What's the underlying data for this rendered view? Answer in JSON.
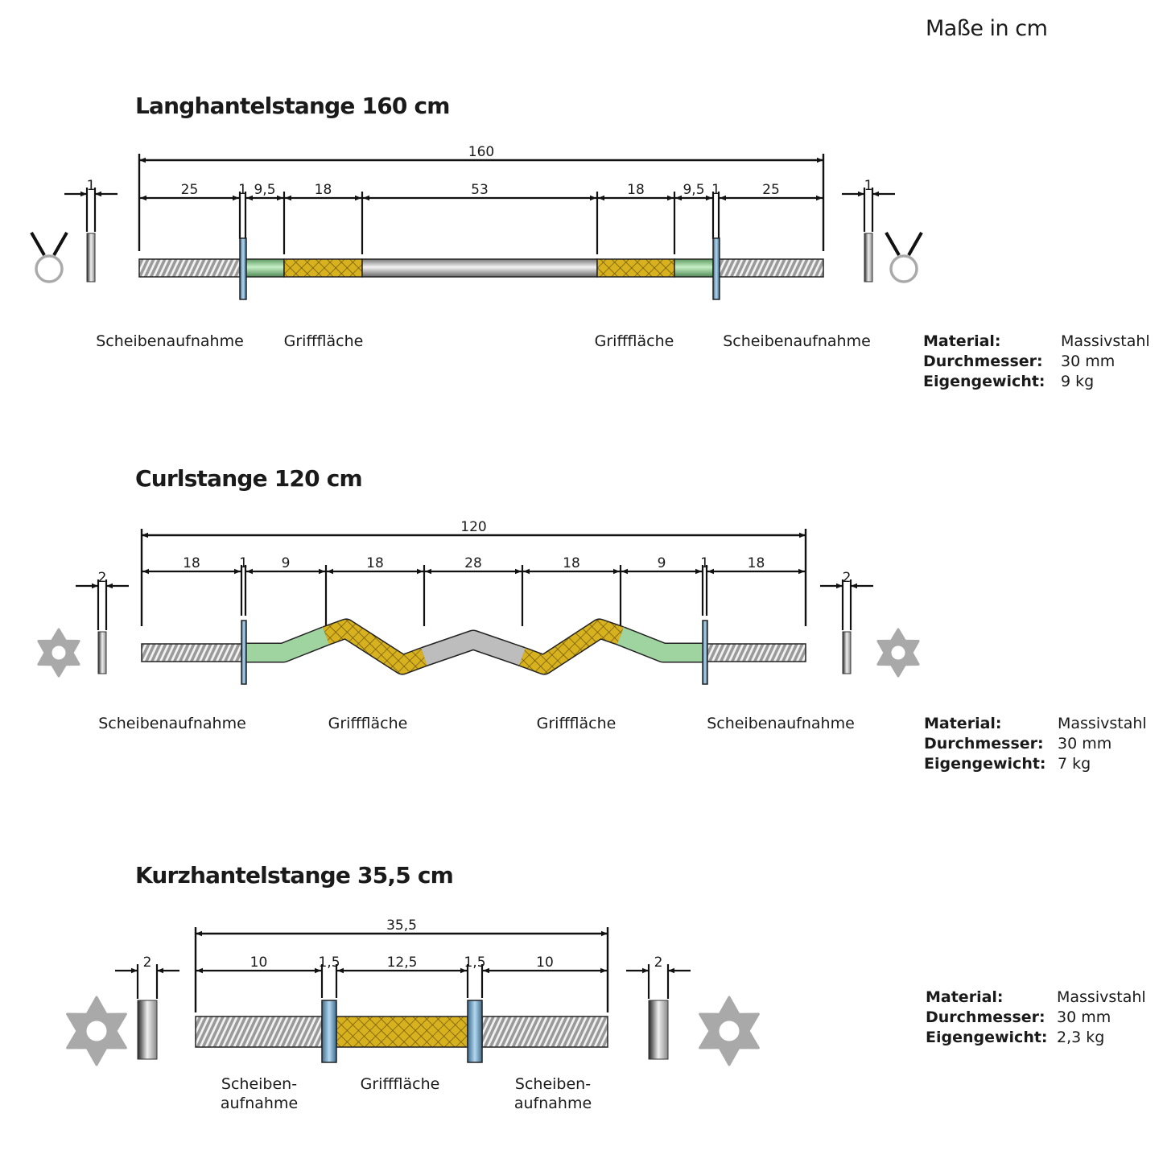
{
  "units_note": "Maße in cm",
  "bars": [
    {
      "title": "Langhantelstange 160 cm",
      "total": "160",
      "segments": [
        "25",
        "1",
        "9,5",
        "18",
        "53",
        "18",
        "9,5",
        "1",
        "25"
      ],
      "collar_width": "1",
      "labels": [
        [
          "Scheibenaufnahme"
        ],
        [
          "Grifffläche"
        ],
        [
          "Grifffläche"
        ],
        [
          "Scheibenaufnahme"
        ]
      ],
      "specs": [
        {
          "label": "Material:",
          "value": "Massivstahl"
        },
        {
          "label": "Durchmesser:",
          "value": "30 mm"
        },
        {
          "label": "Eigengewicht:",
          "value": "9 kg"
        }
      ],
      "lock_type": "spring-clip"
    },
    {
      "title": "Curlstange 120 cm",
      "total": "120",
      "segments": [
        "18",
        "1",
        "9",
        "18",
        "28",
        "18",
        "9",
        "1",
        "18"
      ],
      "collar_width": "2",
      "labels": [
        [
          "Scheibenaufnahme"
        ],
        [
          "Grifffläche"
        ],
        [
          "Grifffläche"
        ],
        [
          "Scheibenaufnahme"
        ]
      ],
      "specs": [
        {
          "label": "Material:",
          "value": "Massivstahl"
        },
        {
          "label": "Durchmesser:",
          "value": "30 mm"
        },
        {
          "label": "Eigengewicht:",
          "value": "7 kg"
        }
      ],
      "lock_type": "star-nut"
    },
    {
      "title": "Kurzhantelstange 35,5 cm",
      "total": "35,5",
      "segments": [
        "10",
        "1,5",
        "12,5",
        "1,5",
        "10"
      ],
      "collar_width": "2",
      "labels": [
        [
          "Scheiben-",
          "aufnahme"
        ],
        [
          "Grifffläche"
        ],
        [
          "Scheiben-",
          "aufnahme"
        ]
      ],
      "specs": [
        {
          "label": "Material:",
          "value": "Massivstahl"
        },
        {
          "label": "Durchmesser:",
          "value": "30 mm"
        },
        {
          "label": "Eigengewicht:",
          "value": "2,3 kg"
        }
      ],
      "lock_type": "star-nut"
    }
  ],
  "colors": {
    "thread": "#8a8a8a",
    "sleeve": "#9fd4a0",
    "knurl": "#c9a21a",
    "shaft": "#c8c8c8",
    "plate": "#8fb8d8",
    "line": "#111111"
  }
}
